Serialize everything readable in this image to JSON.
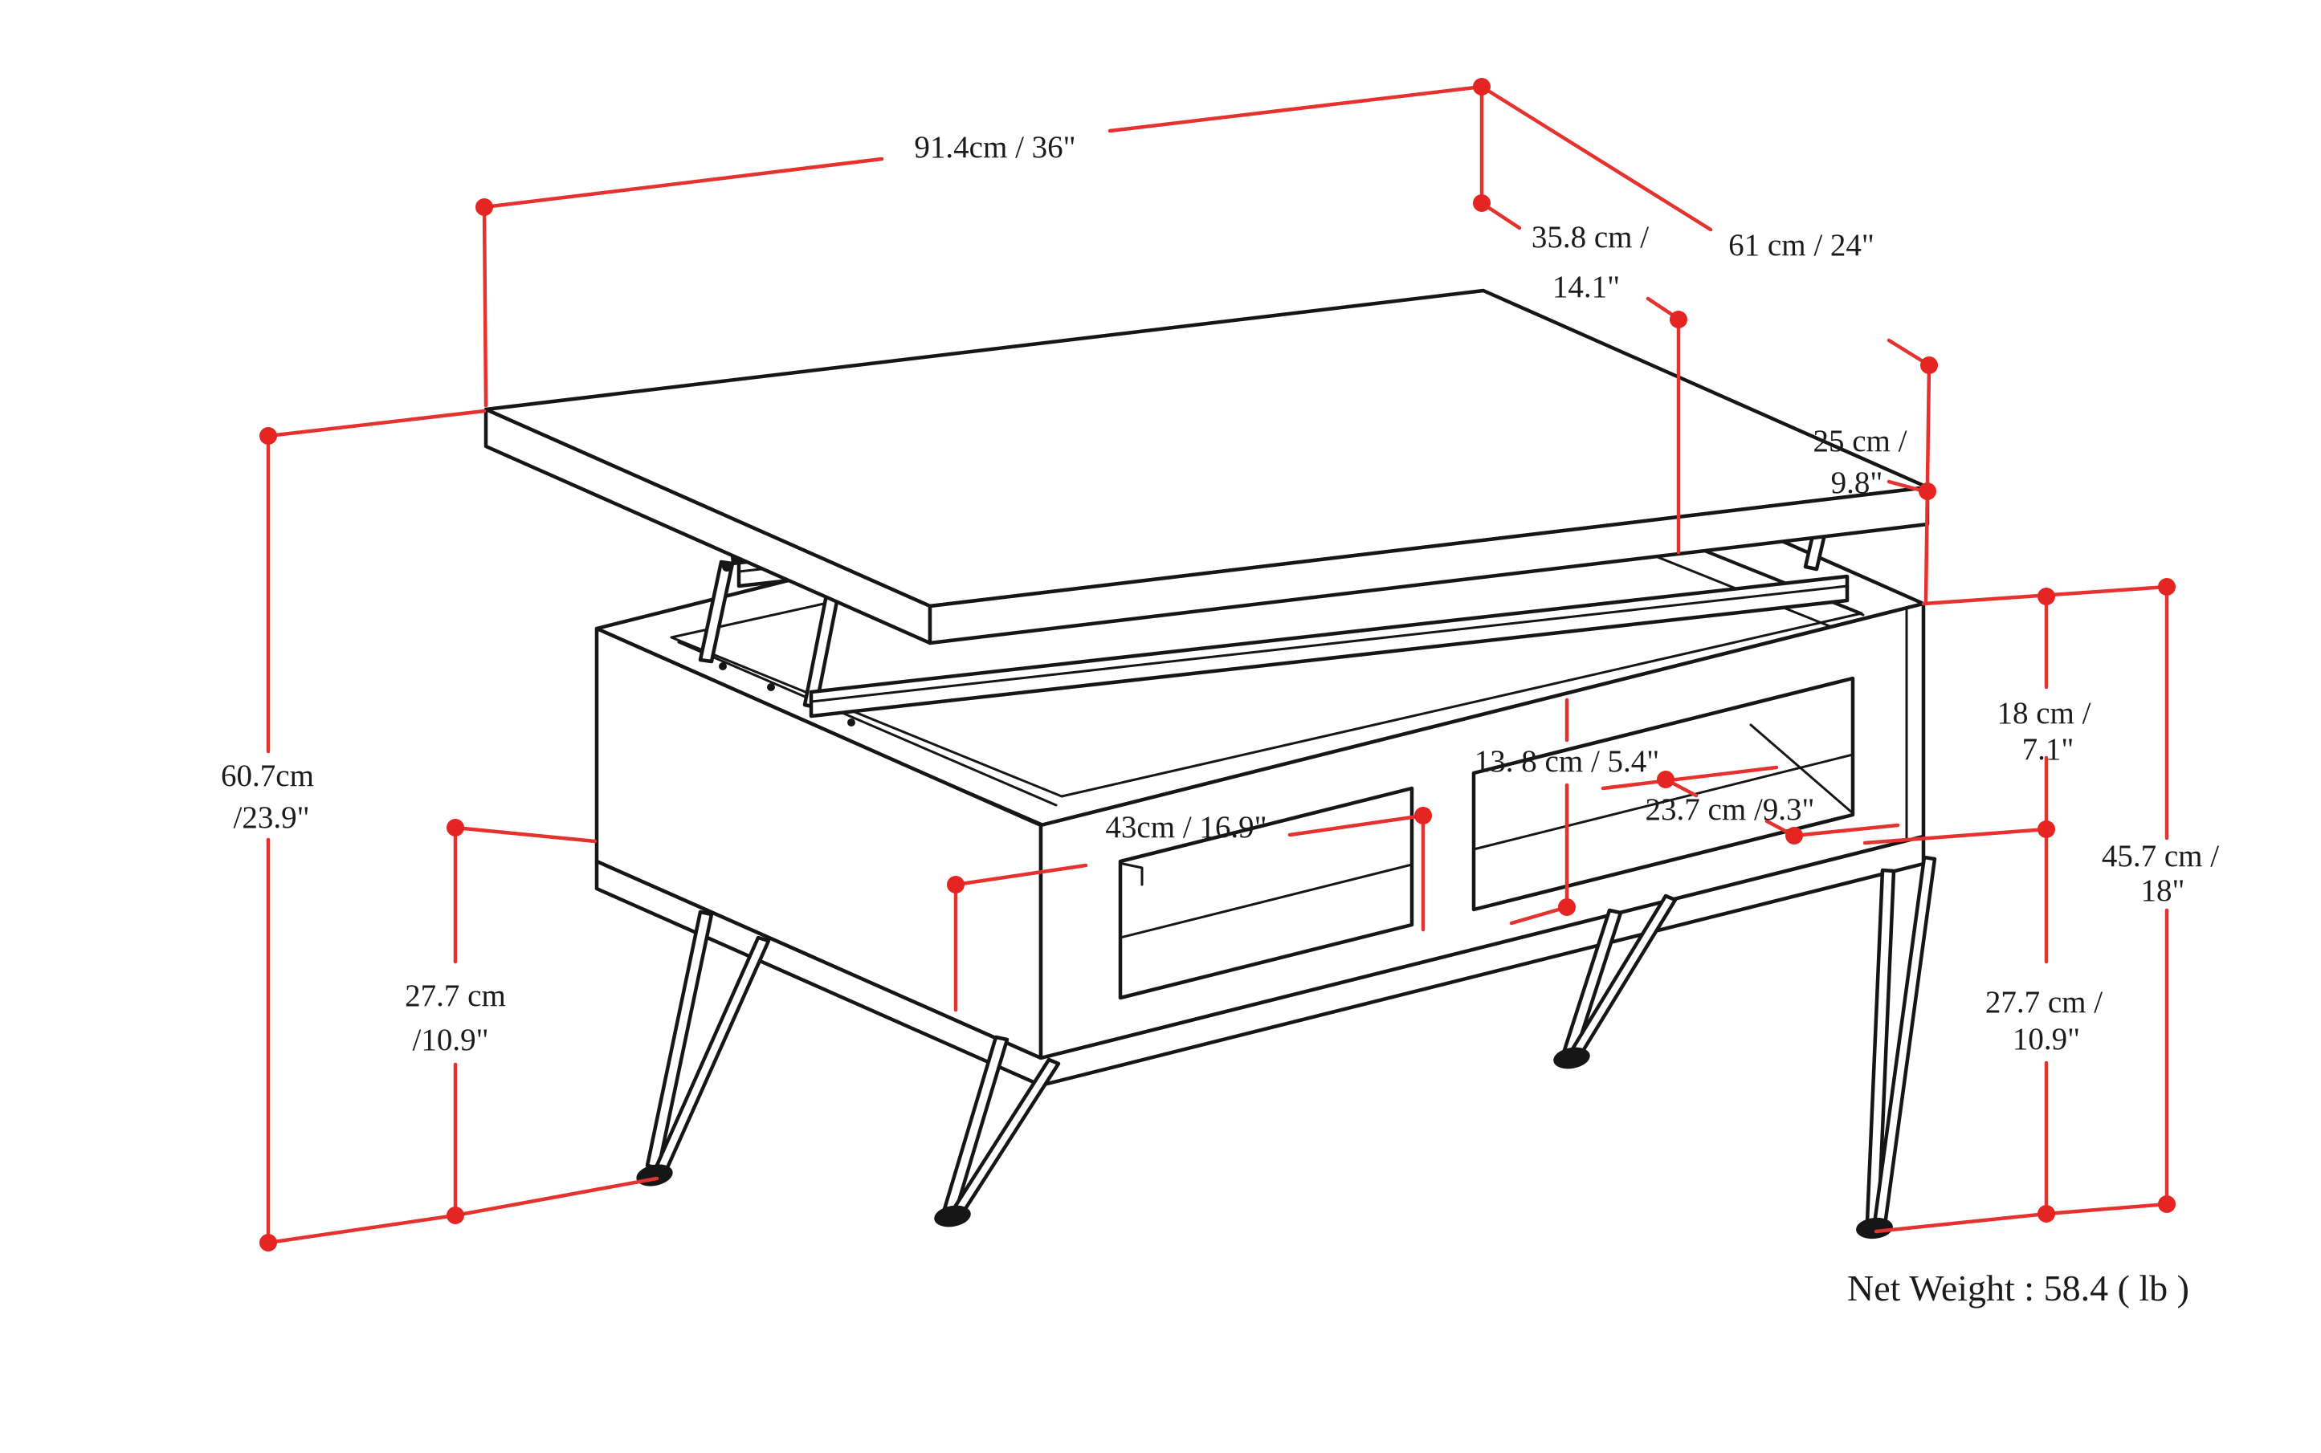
{
  "diagram": {
    "title": "lift-top coffee table dimension diagram",
    "colors": {
      "dimension_red": "#e5322e",
      "line_black": "#161616",
      "background": "#ffffff"
    },
    "dimensions": {
      "top_length": "91.4cm / 36\"",
      "top_depth": "61 cm / 24\"",
      "lift_height_l1": "35.8 cm /",
      "lift_height_l2": "14.1\"",
      "lift_clearance_l1": "25 cm /",
      "lift_clearance_l2": "9.8\"",
      "overall_height_raised_l1": "60.7cm",
      "overall_height_raised_l2": "/23.9\"",
      "leg_clearance_left_l1": "27.7 cm",
      "leg_clearance_left_l2": "/10.9\"",
      "shelf_width": "43cm / 16.9\"",
      "shelf_height": "13. 8 cm / 5.4\"",
      "shelf_depth": "23.7 cm /9.3\"",
      "cabinet_height_l1": "18 cm /",
      "cabinet_height_l2": "7.1\"",
      "overall_height_l1": "45.7 cm /",
      "overall_height_l2": "18\"",
      "leg_clearance_right_l1": "27.7 cm /",
      "leg_clearance_right_l2": "10.9\""
    },
    "net_weight": "Net Weight : 58.4 ( lb )"
  }
}
